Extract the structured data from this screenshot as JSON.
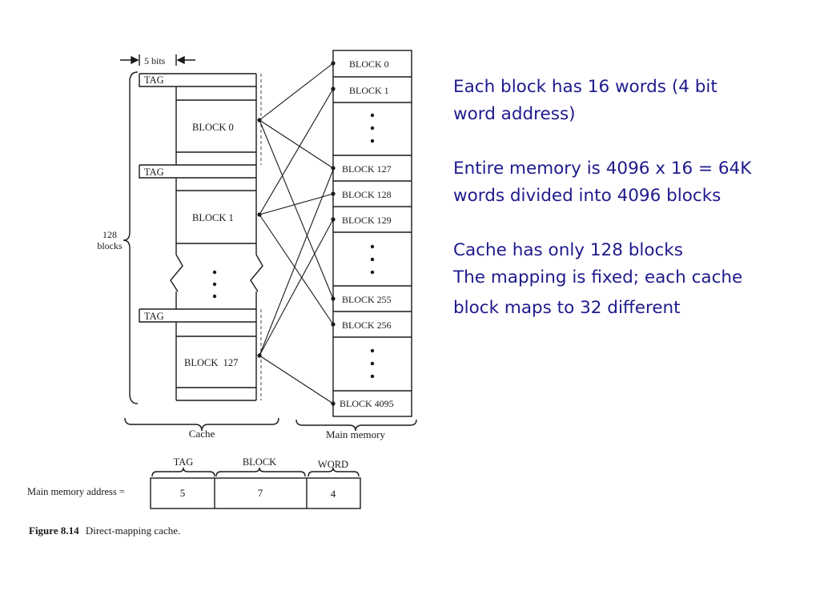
{
  "figure": {
    "bits_label": "5 bits",
    "tag_label": "TAG",
    "cache_blocks": [
      "BLOCK 0",
      "BLOCK 1",
      "BLOCK  127"
    ],
    "blocks_count": "128",
    "blocks_word": "blocks",
    "cache_label": "Cache",
    "memory_blocks_top": [
      "BLOCK 0",
      "BLOCK 1"
    ],
    "memory_blocks_mid1": [
      "BLOCK 127",
      "BLOCK 128",
      "BLOCK 129"
    ],
    "memory_blocks_mid2": [
      "BLOCK 255",
      "BLOCK 256"
    ],
    "memory_block_last": "BLOCK 4095",
    "memory_label": "Main memory",
    "address_label": "Main memory address =",
    "address_fields": [
      {
        "name": "TAG",
        "bits": "5"
      },
      {
        "name": "BLOCK",
        "bits": "7"
      },
      {
        "name": "WORD",
        "bits": "4"
      }
    ],
    "caption_number": "Figure 8.14",
    "caption_text": "Direct-mapping cache."
  },
  "notes": {
    "line1": "Each block has 16 words (4 bit",
    "line2": "word address)",
    "line3": "Entire memory is 4096 x 16 = 64K",
    "line4": "words divided into 4096 blocks",
    "line5": "Cache has only 128 blocks",
    "line6": "The mapping is fixed; each cache",
    "line7": "block maps to 32 different"
  }
}
